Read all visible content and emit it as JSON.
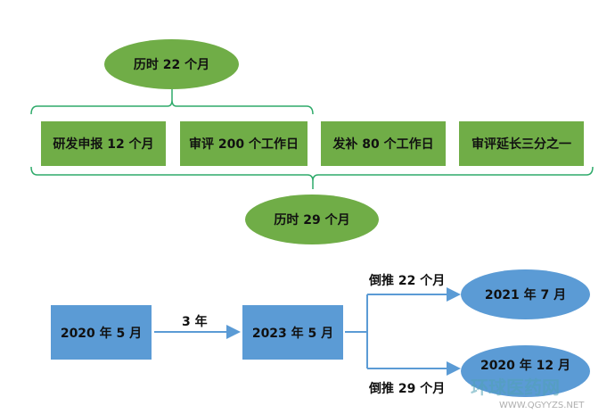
{
  "top": {
    "duration_22": "历时 22 个月",
    "duration_29": "历时 29 个月",
    "steps": [
      "研发申报 12 个月",
      "审评 200 个工作日",
      "发补 80 个工作日",
      "审评延长三分之一"
    ]
  },
  "bottom": {
    "start": "2020 年 5 月",
    "gap": "3 年",
    "end": "2023 年 5 月",
    "back22_label": "倒推 22 个月",
    "back22_result": "2021 年 7 月",
    "back29_label": "倒推 29 个月",
    "back29_result": "2020 年 12 月"
  },
  "watermark": {
    "name": "环球医药网",
    "url": "WWW.QGYYZS.NET"
  },
  "colors": {
    "green": "#70ad47",
    "blue": "#5b9bd5",
    "line": "#5b9bd5"
  }
}
